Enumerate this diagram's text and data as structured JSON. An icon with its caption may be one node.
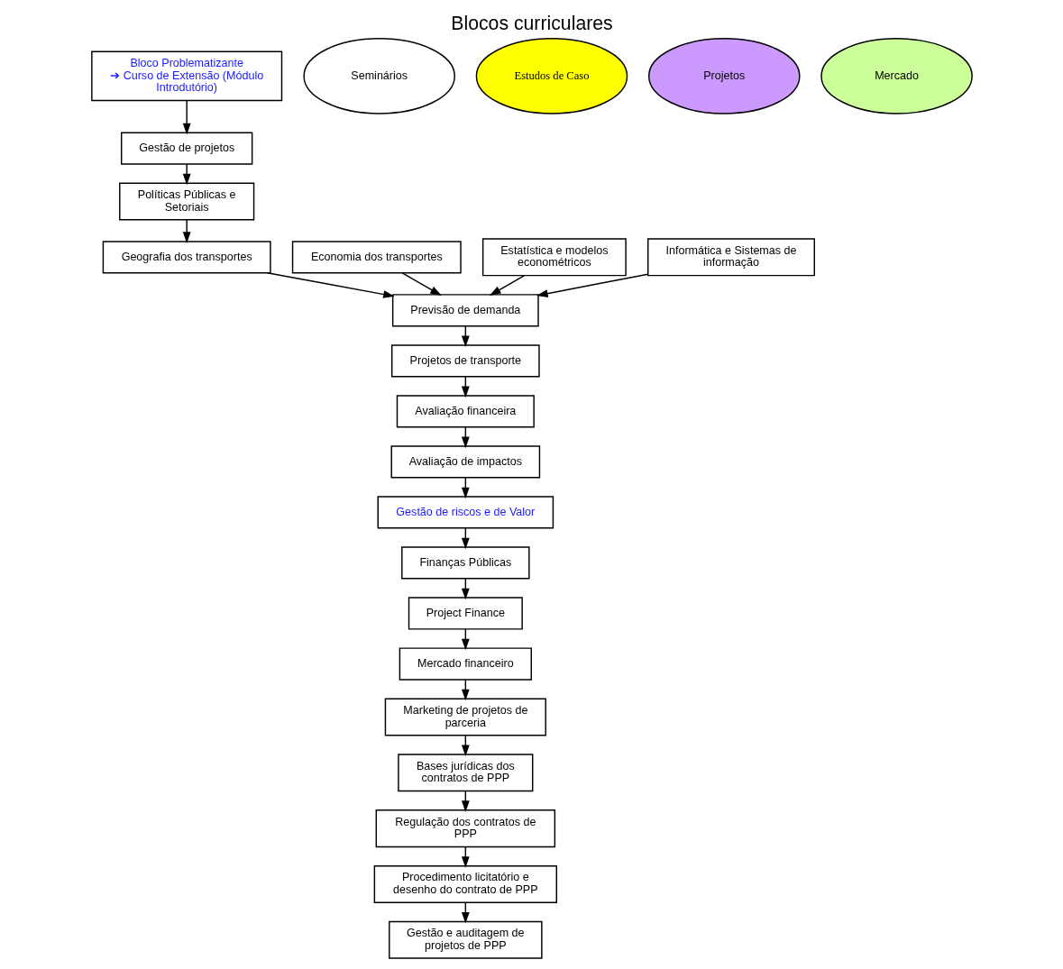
{
  "diagram": {
    "title": "Blocos curriculares",
    "nodes": [
      {
        "text": [
          "Bloco Problematizante",
          "➔ Curso de Extensão (Módulo Introdutório)"
        ]
      },
      {
        "text": [
          "Gestão de projetos"
        ]
      },
      {
        "text": [
          "Políticas Públicas e Setoriais"
        ]
      },
      {
        "text": [
          "Geografia dos transportes"
        ]
      },
      {
        "text": [
          "Economia dos transportes"
        ]
      },
      {
        "text": [
          "Estatística e modelos econométricos"
        ]
      },
      {
        "text": [
          "Informática e Sistemas de informação"
        ]
      },
      {
        "text": [
          "Previsão de demanda"
        ]
      },
      {
        "text": [
          "Projetos de transporte"
        ]
      },
      {
        "text": [
          "Avaliação financeira"
        ]
      },
      {
        "text": [
          "Avaliação de impactos"
        ]
      },
      {
        "text": [
          "Gestão de riscos e de Valor"
        ]
      },
      {
        "text": [
          "Finanças Públicas"
        ]
      },
      {
        "text": [
          "Project Finance"
        ]
      },
      {
        "text": [
          "Mercado financeiro"
        ]
      },
      {
        "text": [
          "Marketing de projetos de parceria"
        ]
      },
      {
        "text": [
          "Bases jurídicas dos contratos de PPP"
        ]
      },
      {
        "text": [
          "Regulação dos contratos de PPP"
        ]
      },
      {
        "text": [
          "Procedimento licitatório e desenho do contrato de PPP"
        ]
      },
      {
        "text": [
          "Gestão e auditagem de projetos de PPP"
        ]
      },
      {
        "text": [
          "Seminários"
        ]
      },
      {
        "text": [
          "Estudos de Caso"
        ]
      },
      {
        "text": [
          "Projetos"
        ]
      },
      {
        "text": [
          "Mercado"
        ]
      }
    ],
    "edges": [
      {
        "from": 0,
        "to": 1,
        "arrow": "to"
      },
      {
        "from": 1,
        "to": 2,
        "arrow": "to"
      },
      {
        "from": 2,
        "to": 3,
        "arrow": "to"
      },
      {
        "from": 3,
        "to": 7,
        "arrow": "to"
      },
      {
        "from": 4,
        "to": 7,
        "arrow": "to"
      },
      {
        "from": 5,
        "to": 7,
        "arrow": "to"
      },
      {
        "from": 6,
        "to": 7,
        "arrow": "to"
      },
      {
        "from": 7,
        "to": 8,
        "arrow": "to"
      },
      {
        "from": 8,
        "to": 9,
        "arrow": "to"
      },
      {
        "from": 9,
        "to": 10,
        "arrow": "to"
      },
      {
        "from": 10,
        "to": 11,
        "arrow": "to"
      },
      {
        "from": 11,
        "to": 12,
        "arrow": "to"
      },
      {
        "from": 12,
        "to": 13,
        "arrow": "to"
      },
      {
        "from": 13,
        "to": 14,
        "arrow": "to"
      },
      {
        "from": 14,
        "to": 15,
        "arrow": "to"
      },
      {
        "from": 15,
        "to": 16,
        "arrow": "to"
      },
      {
        "from": 16,
        "to": 17,
        "arrow": "to"
      },
      {
        "from": 17,
        "to": 18,
        "arrow": "to"
      },
      {
        "from": 18,
        "to": 19,
        "arrow": "to"
      }
    ]
  }
}
